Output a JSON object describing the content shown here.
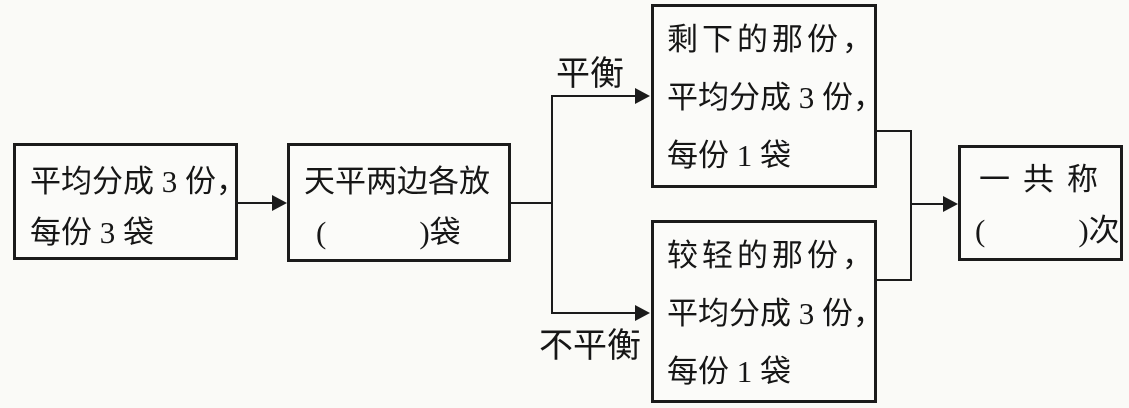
{
  "diagram": {
    "description": "balance-scale weighing flowchart",
    "background_color": "#fafaf7",
    "line_color": "#1b1b1b",
    "nodes": {
      "step1": {
        "lines": [
          "平均分成 3 份，",
          "每份 3 袋"
        ]
      },
      "step2": {
        "lines": [
          "天平两边各放",
          "(　　　)袋"
        ]
      },
      "balanced_branch": {
        "lines": [
          "剩下的那份，",
          "平均分成 3 份，",
          "每份 1 袋"
        ]
      },
      "unbalanced_branch": {
        "lines": [
          "较轻的那份，",
          "平均分成 3 份，",
          "每份 1 袋"
        ]
      },
      "total": {
        "lines": [
          "一共称",
          "(　　　)次"
        ]
      }
    },
    "edge_labels": {
      "balanced": "平衡",
      "unbalanced": "不平衡"
    }
  }
}
